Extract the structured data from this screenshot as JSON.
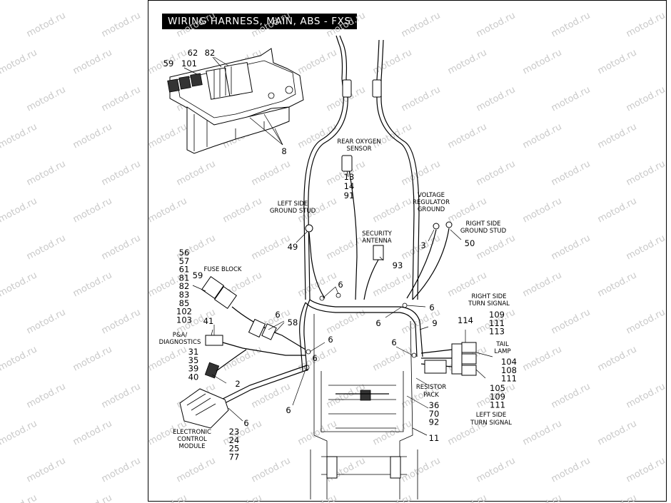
{
  "title": "WIRING HARNESS, MAIN, ABS - FXS",
  "watermark": "motod.ru",
  "labels": {
    "rear_oxygen_sensor": [
      "REAR OXYGEN",
      "SENSOR"
    ],
    "left_side_ground_stud": [
      "LEFT SIDE",
      "GROUND STUD"
    ],
    "voltage_regulator_ground": [
      "VOLTAGE",
      "REGULATOR",
      "GROUND"
    ],
    "right_side_ground_stud": [
      "RIGHT SIDE",
      "GROUND STUD"
    ],
    "security_antenna": [
      "SECURITY",
      "ANTENNA"
    ],
    "fuse_block": [
      "FUSE BLOCK"
    ],
    "right_side_turn_signal": [
      "RIGHT SIDE",
      "TURN SIGNAL"
    ],
    "tail_lamp": [
      "TAIL",
      "LAMP"
    ],
    "pa_diagnostics": [
      "P&A/",
      "DIAGNOSTICS"
    ],
    "resistor_pack": [
      "RESISTOR",
      "PACK"
    ],
    "left_side_turn_signal": [
      "LEFT SIDE",
      "TURN SIGNAL"
    ],
    "electronic_control_module": [
      "ELECTRONIC",
      "CONTROL",
      "MODULE"
    ]
  },
  "callouts": {
    "c62": "62",
    "c82": "82",
    "c59a": "59",
    "c101": "101",
    "c8": "8",
    "c13": "13",
    "c14": "14",
    "c91": "91",
    "c49": "49",
    "c3": "3",
    "c50": "50",
    "c93": "93",
    "fuse_list": [
      "56",
      "57",
      "61",
      "81",
      "82",
      "83",
      "85",
      "102",
      "103"
    ],
    "c59b": "59",
    "c6a": "6",
    "c6b": "6",
    "c6c": "6",
    "c6d": "6",
    "c6e": "6",
    "c6f": "6",
    "c6g": "6",
    "c6h": "6",
    "c6i": "6",
    "c58": "58",
    "c41": "41",
    "c9": "9",
    "c114": "114",
    "turn_right_list": [
      "109",
      "111",
      "113"
    ],
    "tail_list": [
      "104",
      "108",
      "111"
    ],
    "turn_left_list": [
      "105",
      "109",
      "111"
    ],
    "diag_list": [
      "31",
      "35",
      "39",
      "40"
    ],
    "c2": "2",
    "resistor_list": [
      "36",
      "70",
      "92"
    ],
    "c11": "11",
    "ecm_list": [
      "23",
      "24",
      "25",
      "77"
    ]
  }
}
